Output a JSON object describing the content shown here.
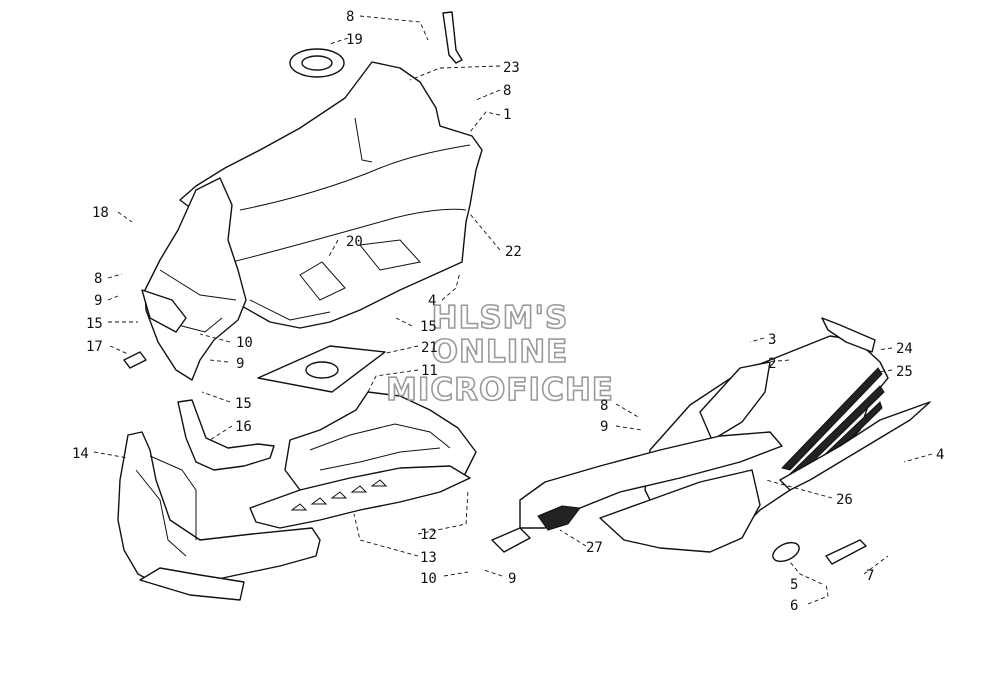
{
  "watermark": {
    "line1": "HLSM'S",
    "line2": "ONLINE",
    "line3": "MICROFICHE"
  },
  "callouts": [
    {
      "id": "c1",
      "label": "8"
    },
    {
      "id": "c2",
      "label": "19"
    },
    {
      "id": "c3",
      "label": "23"
    },
    {
      "id": "c4",
      "label": "8"
    },
    {
      "id": "c5",
      "label": "1"
    },
    {
      "id": "c6",
      "label": "18"
    },
    {
      "id": "c7",
      "label": "20"
    },
    {
      "id": "c8",
      "label": "22"
    },
    {
      "id": "c9",
      "label": "8"
    },
    {
      "id": "c10",
      "label": "9"
    },
    {
      "id": "c11",
      "label": "4"
    },
    {
      "id": "c12",
      "label": "15"
    },
    {
      "id": "c13",
      "label": "15"
    },
    {
      "id": "c14",
      "label": "10"
    },
    {
      "id": "c15",
      "label": "17"
    },
    {
      "id": "c16",
      "label": "21"
    },
    {
      "id": "c17",
      "label": "9"
    },
    {
      "id": "c18",
      "label": "11"
    },
    {
      "id": "c19",
      "label": "15"
    },
    {
      "id": "c20",
      "label": "16"
    },
    {
      "id": "c21",
      "label": "14"
    },
    {
      "id": "c22",
      "label": "12"
    },
    {
      "id": "c23",
      "label": "13"
    },
    {
      "id": "c24",
      "label": "10"
    },
    {
      "id": "c25",
      "label": "9"
    },
    {
      "id": "c26",
      "label": "3"
    },
    {
      "id": "c27",
      "label": "2"
    },
    {
      "id": "c28",
      "label": "24"
    },
    {
      "id": "c29",
      "label": "25"
    },
    {
      "id": "c30",
      "label": "8"
    },
    {
      "id": "c31",
      "label": "9"
    },
    {
      "id": "c32",
      "label": "4"
    },
    {
      "id": "c33",
      "label": "26"
    },
    {
      "id": "c34",
      "label": "27"
    },
    {
      "id": "c35",
      "label": "5"
    },
    {
      "id": "c36",
      "label": "6"
    },
    {
      "id": "c37",
      "label": "7"
    }
  ]
}
